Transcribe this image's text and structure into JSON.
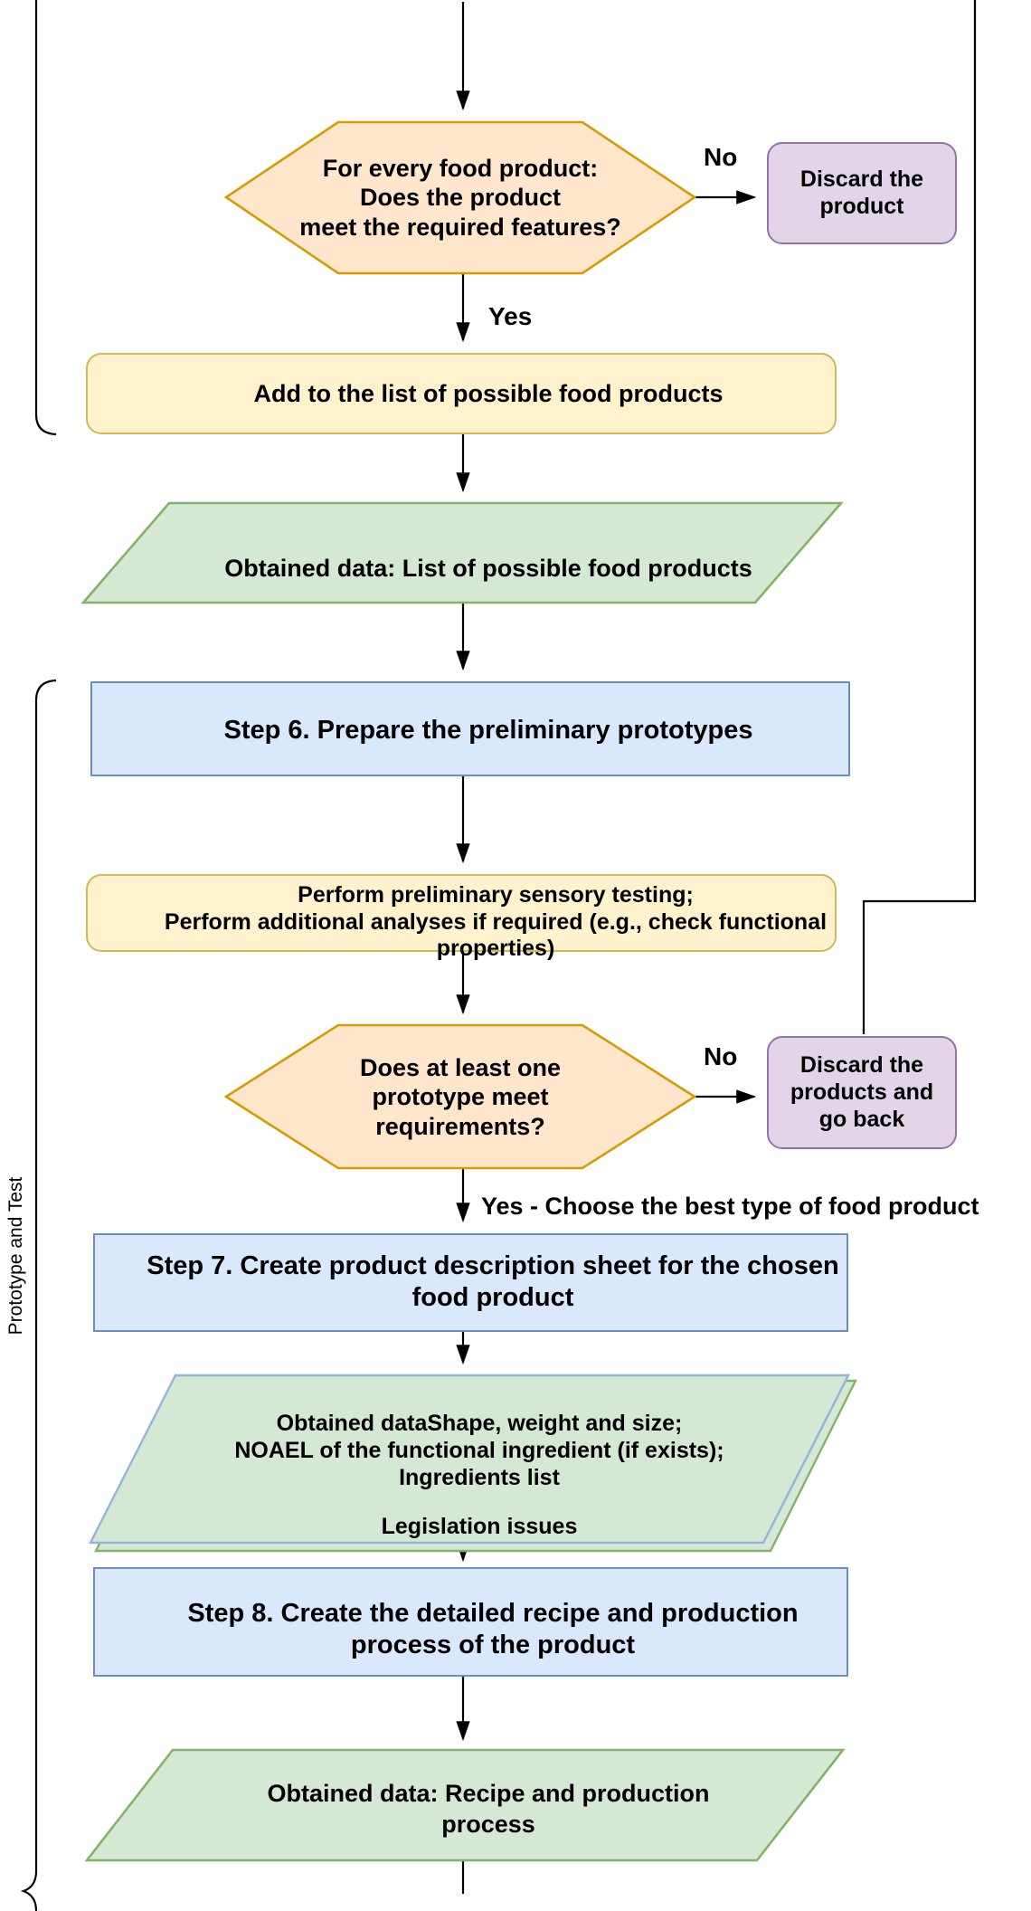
{
  "edge_labels": {
    "no_1": "No",
    "yes_1": "Yes",
    "no_2": "No",
    "yes_2": "Yes - Choose the best type of food product"
  },
  "nodes": {
    "decision_features": {
      "type": "decision-hexagon",
      "lines": [
        "For every food product:",
        "Does the product",
        "meet the required features?"
      ]
    },
    "discard_product": {
      "type": "terminator",
      "lines": [
        "Discard the",
        "product"
      ]
    },
    "add_to_list": {
      "type": "process",
      "label": "Add to the list of possible food products"
    },
    "data_possible_products": {
      "type": "data-parallelogram",
      "label": "Obtained data: List of possible food products"
    },
    "step6": {
      "type": "step",
      "label": "Step 6. Prepare the preliminary prototypes"
    },
    "sensory_testing": {
      "type": "process",
      "lines": [
        "Perform preliminary sensory testing;",
        "Perform additional analyses if required (e.g., check functional",
        "properties)"
      ]
    },
    "decision_prototype": {
      "type": "decision-hexagon",
      "lines": [
        "Does at least one",
        "prototype meet",
        "requirements?"
      ]
    },
    "discard_go_back": {
      "type": "terminator",
      "lines": [
        "Discard the",
        "products and",
        "go back"
      ]
    },
    "step7": {
      "type": "step",
      "lines": [
        "Step 7. Create product description sheet for the chosen",
        "food product"
      ]
    },
    "data_description_sheet": {
      "type": "data-parallelogram",
      "lines": [
        "Obtained dataShape, weight and size;",
        "NOAEL of the functional ingredient (if exists);",
        "Ingredients list",
        "Legislation issues"
      ]
    },
    "step8": {
      "type": "step",
      "lines": [
        "Step 8. Create the detailed recipe and production",
        "process of the product"
      ]
    },
    "data_recipe": {
      "type": "data-parallelogram",
      "lines": [
        "Obtained data: Recipe and production",
        "process"
      ]
    }
  },
  "brackets": {
    "prototype_and_test": "Prototype and Test"
  },
  "colors": {
    "hexagon_fill": "#ffe6cc",
    "hexagon_stroke": "#d79b00",
    "process_fill": "#fff2cc",
    "process_stroke": "#d6b656",
    "terminator_fill": "#e1d5e7",
    "terminator_stroke": "#9673a6",
    "data_fill": "#d5e8d4",
    "data_stroke": "#82b366",
    "data_alt_stroke": "#94b3dd",
    "step_fill": "#dae8fc",
    "step_stroke": "#6c8ebf",
    "connector": "#000000"
  }
}
